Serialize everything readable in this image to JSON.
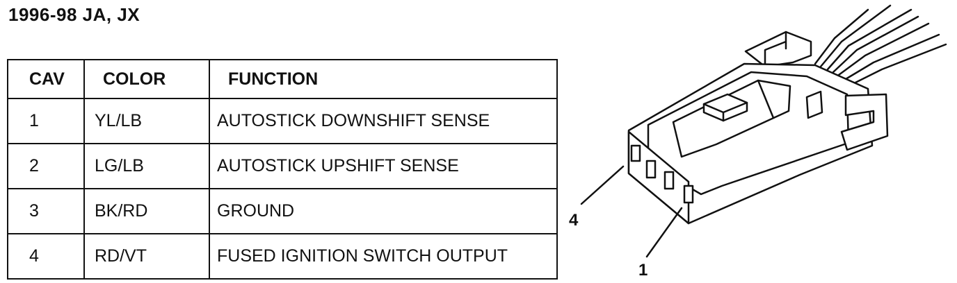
{
  "title": "1996-98 JA, JX",
  "table": {
    "headers": [
      "CAV",
      "COLOR",
      "FUNCTION"
    ],
    "rows": [
      {
        "cav": "1",
        "color": "YL/LB",
        "function": "AUTOSTICK DOWNSHIFT SENSE"
      },
      {
        "cav": "2",
        "color": "LG/LB",
        "function": "AUTOSTICK UPSHIFT SENSE"
      },
      {
        "cav": "3",
        "color": "BK/RD",
        "function": "GROUND"
      },
      {
        "cav": "4",
        "color": "RD/VT",
        "function": "FUSED IGNITION SWITCH OUTPUT"
      }
    ]
  },
  "connector": {
    "pin_label_4": "4",
    "pin_label_1": "1"
  }
}
